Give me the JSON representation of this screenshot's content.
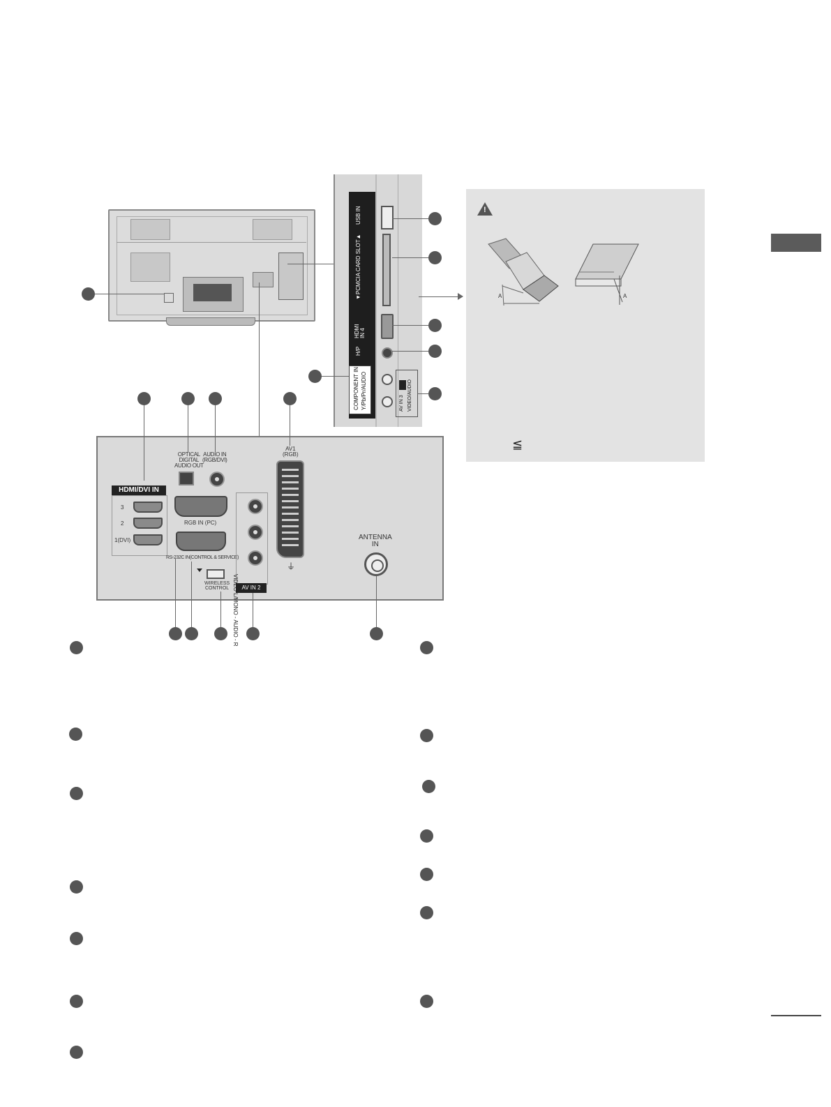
{
  "side_tab": {
    "color": "#5b5b5b"
  },
  "rear_panel": {
    "hdmi_header": "HDMI/DVI IN",
    "hdmi_ports": [
      "3",
      "2",
      "1(DVI)"
    ],
    "optical": "OPTICAL\nDIGITAL\nAUDIO OUT",
    "audio_in": "AUDIO IN\n(RGB/DVI)",
    "av1": "AV1\n(RGB)",
    "rgb_in": "RGB IN (PC)",
    "rs232c": "RS-232C IN(CONTROL & SERVICE)",
    "wireless": "WIRELESS\nCONTROL",
    "av_in2": "AV IN 2",
    "av_in2_side": "VIDEO  L/MONO - AUDIO - R",
    "antenna": "ANTENNA\nIN"
  },
  "side_panel": {
    "usb": "USB IN",
    "pcmcia": "▼PCMCIA CARD SLOT▲",
    "hdmi4": "HDMI\nIN 4",
    "hp": "H/P",
    "component": "COMPONENT IN",
    "component_sub": "Y/Pb/Pr/AUDIO",
    "av_in3": "AV IN 3",
    "av_in3_sub": "VIDEO/AUDIO"
  },
  "cable_note": {
    "warning_icon": "warning-icon",
    "dim_label_a": "A",
    "leq_symbol": "≦"
  }
}
